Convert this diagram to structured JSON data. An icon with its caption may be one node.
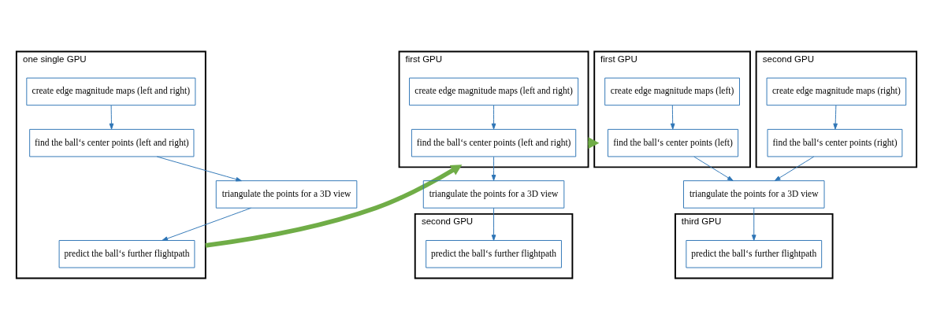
{
  "diagram": {
    "nodes": [
      {
        "text": [
          "one single GPU"
        ]
      },
      {
        "text": [
          "create edge magnitude maps (left and right)"
        ],
        "in": 0
      },
      {
        "text": [
          "find the ball‘s center points (left and right)"
        ],
        "in": 0
      },
      {
        "text": [
          "triangulate the points for a 3D view"
        ]
      },
      {
        "text": [
          "predict the ball‘s further flightpath"
        ],
        "in": 0
      },
      {
        "text": [
          "first GPU"
        ]
      },
      {
        "text": [
          "create edge magnitude maps (left and right)"
        ],
        "in": 5
      },
      {
        "text": [
          "find the ball‘s center points (left and right)"
        ],
        "in": 5
      },
      {
        "text": [
          "triangulate the points for a 3D view"
        ]
      },
      {
        "text": [
          "second GPU"
        ]
      },
      {
        "text": [
          "predict the ball‘s further flightpath"
        ],
        "in": 9
      },
      {
        "text": [
          "first GPU"
        ]
      },
      {
        "text": [
          "create edge magnitude maps (left)"
        ],
        "in": 11
      },
      {
        "text": [
          "find the ball‘s center points (left)"
        ],
        "in": 11
      },
      {
        "text": [
          "second GPU"
        ]
      },
      {
        "text": [
          "create edge magnitude maps (right)"
        ],
        "in": 14
      },
      {
        "text": [
          "find the ball‘s center points (right)"
        ],
        "in": 14
      },
      {
        "text": [
          "triangulate the points for a 3D view"
        ]
      },
      {
        "text": [
          "third GPU"
        ]
      },
      {
        "text": [
          "predict the ball‘s further flightpath"
        ],
        "in": 18
      }
    ],
    "edges": [
      {
        "from": 1,
        "to": 2,
        "arrow": "to"
      },
      {
        "from": 2,
        "to": 3,
        "arrow": "to"
      },
      {
        "from": 3,
        "to": 4,
        "arrow": "to"
      },
      {
        "from": 0,
        "to": 5,
        "arrow": "to",
        "style": "thick",
        "color": "#70ad47"
      },
      {
        "from": 6,
        "to": 7,
        "arrow": "to"
      },
      {
        "from": 7,
        "to": 8,
        "arrow": "to"
      },
      {
        "from": 8,
        "to": 10,
        "arrow": "to"
      },
      {
        "from": 5,
        "to": 11,
        "arrow": "to",
        "style": "thick",
        "color": "#70ad47"
      },
      {
        "from": 12,
        "to": 13,
        "arrow": "to"
      },
      {
        "from": 13,
        "to": 17,
        "arrow": "to"
      },
      {
        "from": 15,
        "to": 16,
        "arrow": "to"
      },
      {
        "from": 16,
        "to": 17,
        "arrow": "to"
      },
      {
        "from": 17,
        "to": 19,
        "arrow": "to"
      }
    ]
  }
}
